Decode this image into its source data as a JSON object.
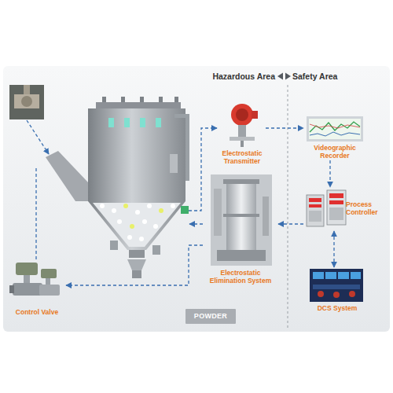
{
  "diagram": {
    "nodes": [
      {
        "text": [
          "Electrostatic Transmitter"
        ]
      },
      {
        "text": [
          "Videographic Recorder"
        ]
      },
      {
        "text": [
          "Electrostatic Elimination System"
        ]
      },
      {
        "text": [
          "Process Controller"
        ]
      },
      {
        "text": [
          "Control Valve"
        ]
      },
      {
        "text": [
          "DCS System"
        ]
      },
      {
        "text": [
          "POWDER"
        ]
      }
    ],
    "edges": [
      {
        "from": 0,
        "to": 1,
        "arrow": "to"
      },
      {
        "from": 1,
        "to": 3,
        "arrow": "to"
      },
      {
        "from": 3,
        "to": 5,
        "arrow": "both"
      },
      {
        "from": 3,
        "to": 2,
        "arrow": "to"
      },
      {
        "from": 2,
        "to": 4,
        "arrow": "to"
      }
    ],
    "labels": [
      "Hazardous Area",
      "Safety Area"
    ]
  }
}
